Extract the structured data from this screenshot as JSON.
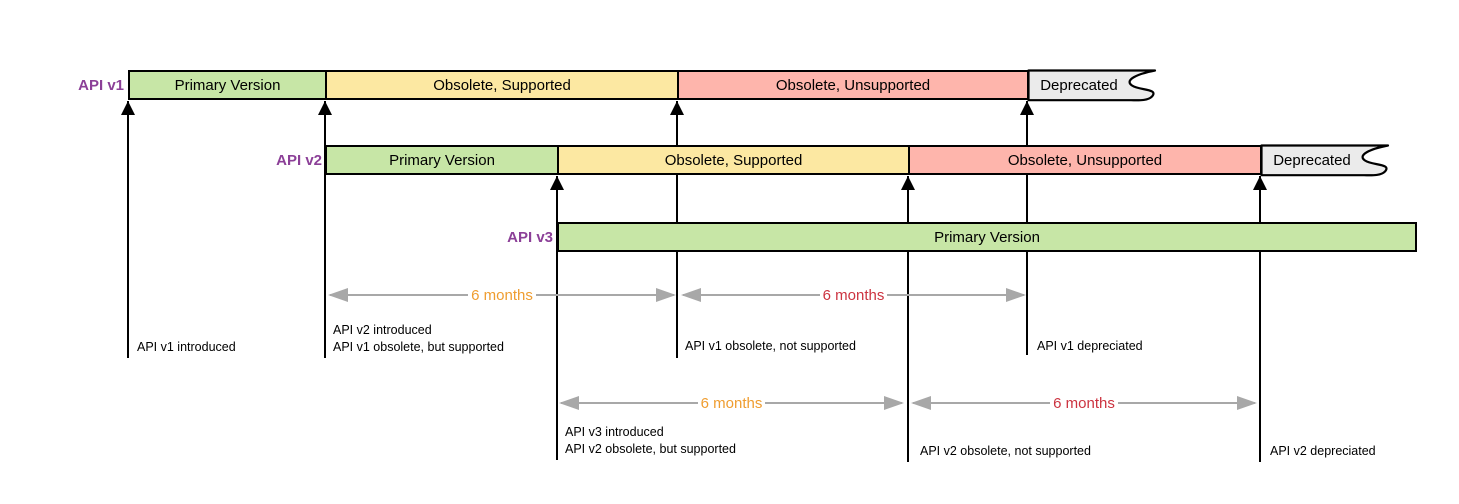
{
  "diagram_type": "api-version-lifecycle-timeline",
  "rows": [
    {
      "label": "API v1",
      "segments": [
        "Primary Version",
        "Obsolete, Supported",
        "Obsolete, Unsupported",
        "Deprecated"
      ]
    },
    {
      "label": "API v2",
      "segments": [
        "Primary Version",
        "Obsolete, Supported",
        "Obsolete, Unsupported",
        "Deprecated"
      ]
    },
    {
      "label": "API v3",
      "segments": [
        "Primary Version"
      ]
    }
  ],
  "durations": [
    {
      "text": "6 months",
      "color": "#ef9d30"
    },
    {
      "text": "6 months",
      "color": "#cc3340"
    },
    {
      "text": "6 months",
      "color": "#ef9d30"
    },
    {
      "text": "6 months",
      "color": "#cc3340"
    }
  ],
  "annotations": [
    {
      "lines": [
        "API v1 introduced"
      ]
    },
    {
      "lines": [
        "API v2 introduced",
        "API v1 obsolete, but supported"
      ]
    },
    {
      "lines": [
        "API v1 obsolete, not supported"
      ]
    },
    {
      "lines": [
        "API v1 depreciated"
      ]
    },
    {
      "lines": [
        "API v3 introduced",
        "API v2 obsolete, but supported"
      ]
    },
    {
      "lines": [
        "API v2 obsolete, not supported"
      ]
    },
    {
      "lines": [
        "API v2 depreciated"
      ]
    }
  ],
  "colors": {
    "primary_version": "#c7e6a6",
    "obsolete_supported": "#fce8a2",
    "obsolete_unsupported": "#feb5ac",
    "deprecated": "#ebebeb",
    "row_label_purple": "#8c4098",
    "duration_orange": "#ef9d30",
    "duration_red": "#cc3340",
    "measure_arrow_gray": "#a8a8a8",
    "line_black": "#000000"
  }
}
